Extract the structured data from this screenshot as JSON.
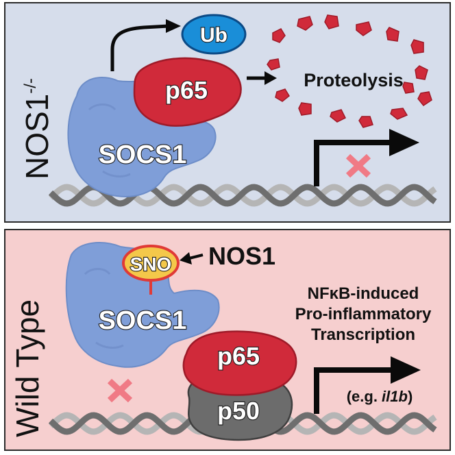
{
  "top_panel": {
    "side_label": "NOS1",
    "side_label_sup": "-/-",
    "ub_label": "Ub",
    "p65_label": "p65",
    "proteolysis_label": "Proteolysis",
    "socs1_label": "SOCS1",
    "background": "#d6ddeb"
  },
  "bottom_panel": {
    "side_label": "Wild Type",
    "sno_label": "SNO",
    "nos1_label": "NOS1",
    "socs1_label": "SOCS1",
    "description_lines": [
      "NFκB-induced",
      "Pro-inflammatory",
      "Transcription"
    ],
    "p65_label": "p65",
    "p50_label": "p50",
    "example_prefix": "(e.g. ",
    "example_gene": "il1b",
    "example_suffix": ")",
    "background": "#f6cfcf"
  },
  "colors": {
    "socs1": "#7f9ed8",
    "p65": "#d02a3a",
    "p50": "#6c6c6c",
    "ub": "#1a8ed8",
    "sno_fill": "#f4c84a",
    "sno_ring": "#e03a36",
    "block_x": "#f07a85",
    "dna_dark": "#6e6e6e",
    "dna_light": "#b5b5b5"
  }
}
